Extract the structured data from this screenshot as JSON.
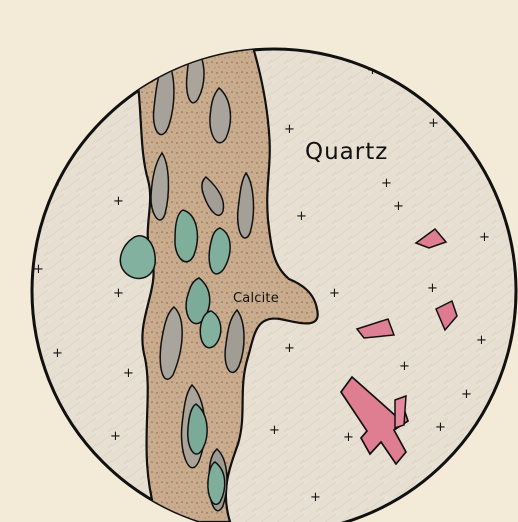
{
  "labels": {
    "quartz": "Quartz",
    "calcite": "Calcite"
  },
  "colors": {
    "paper": "#f3ead8",
    "outline": "#111111",
    "quartz_fill": "#e8dfd3",
    "calcite_vein": "#b99a7c",
    "green_mineral": "#82b19f",
    "gray_mineral": "#a9a49a",
    "pink_mineral": "#df7d91"
  },
  "icons": {
    "cross_symbol": "plus-sign",
    "background_texture": "pencil-speckle"
  }
}
